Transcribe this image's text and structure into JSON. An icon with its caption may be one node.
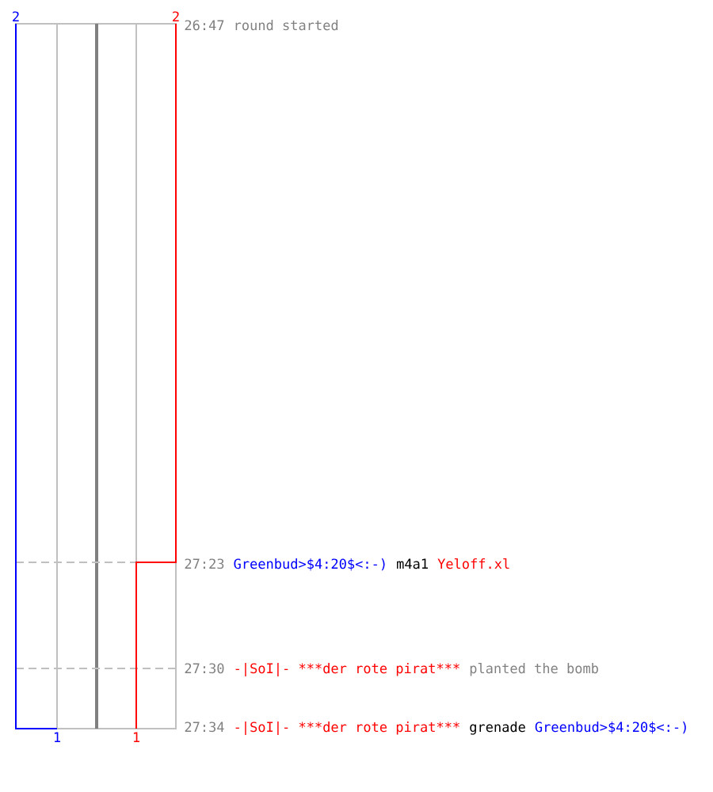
{
  "diagram": {
    "labels": [
      "2",
      "2",
      "26:47",
      "round started",
      "27:23",
      "Greenbud>$4:20$<:-)",
      "m4a1",
      "Yeloff.xl",
      "27:30",
      "-|SoI|- ***der rote pirat***",
      "planted the bomb",
      "27:34",
      "-|SoI|- ***der rote pirat***",
      "grenade",
      "Greenbud>$4:20$<:-)",
      "1",
      "1"
    ]
  }
}
